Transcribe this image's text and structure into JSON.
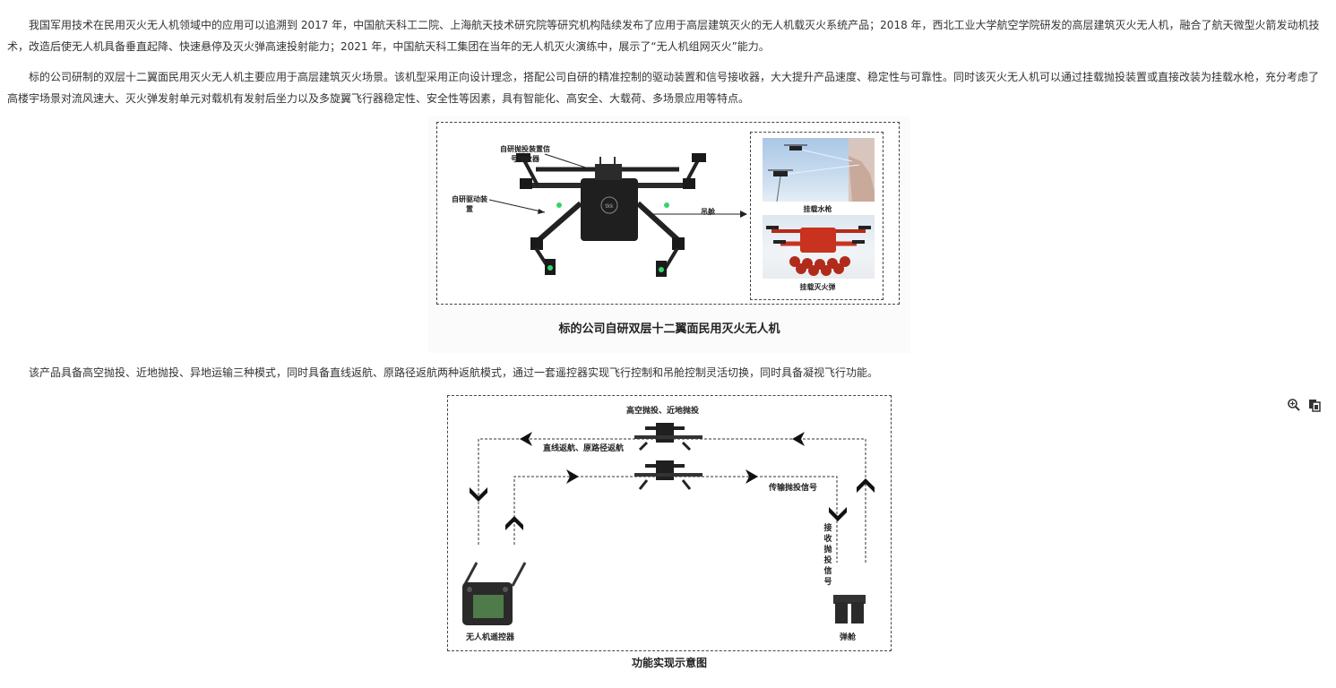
{
  "paragraphs": {
    "p1": "我国军用技术在民用灭火无人机领域中的应用可以追溯到 2017 年，中国航天科工二院、上海航天技术研究院等研究机构陆续发布了应用于高层建筑灭火的无人机载灭火系统产品；2018 年，西北工业大学航空学院研发的高层建筑灭火无人机，融合了航天微型火箭发动机技术，改造后使无人机具备垂直起降、快速悬停及灭火弹高速投射能力；2021 年，中国航天科工集团在当年的无人机灭火演练中，展示了“无人机组网灭火”能力。",
    "p2": "标的公司研制的双层十二翼面民用灭火无人机主要应用于高层建筑灭火场景。该机型采用正向设计理念，搭配公司自研的精准控制的驱动装置和信号接收器，大大提升产品速度、稳定性与可靠性。同时该灭火无人机可以通过挂载抛投装置或直接改装为挂载水枪，充分考虑了高楼宇场景对流风速大、灭火弹发射单元对载机有发射后坐力以及多旋翼飞行器稳定性、安全性等因素，具有智能化、高安全、大载荷、多场景应用等特点。",
    "p3": "该产品具备高空抛投、近地抛投、异地运输三种模式，同时具备直线返航、原路径返航两种返航模式，通过一套遥控器实现飞行控制和吊舱控制灵活切换，同时具备凝视飞行功能。"
  },
  "figure1": {
    "label_receiver": "自研抛投装置信号接收器",
    "label_drive": "自研驱动装置",
    "label_pod": "吊舱",
    "drone_badge": "tkk",
    "caption_water_gun": "挂载水枪",
    "caption_fire_bomb": "挂载灭火弹",
    "caption": "标的公司自研双层十二翼面民用灭火无人机"
  },
  "figure2": {
    "label_top": "高空抛投、近地抛投",
    "label_return": "直线返航、原路径返航",
    "label_transmit": "传输抛投信号",
    "label_receive": "接收抛投信号",
    "label_controller": "无人机遥控器",
    "label_pod": "弹舱",
    "caption": "功能实现示意图"
  },
  "toolbar": {
    "zoom_icon": "zoom-in-icon",
    "copy_icon": "copy-icon"
  },
  "colors": {
    "text": "#333333",
    "drone_body": "#1f1f1f",
    "drone_led": "#35d46a",
    "fire_drone": "#c8321f"
  }
}
